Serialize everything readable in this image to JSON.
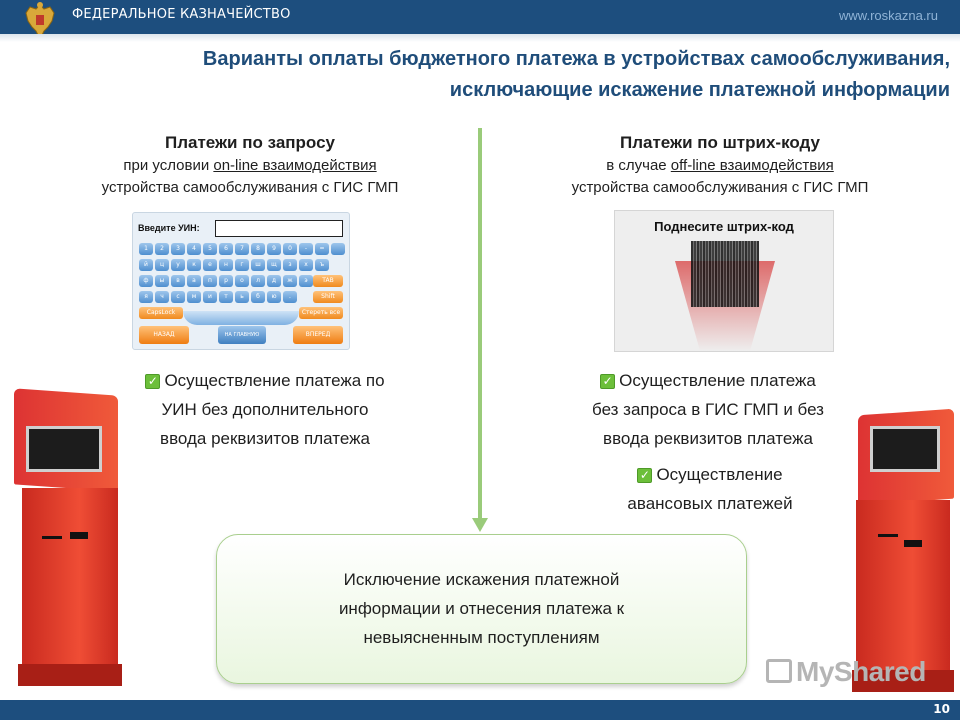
{
  "header": {
    "org": "ФЕДЕРАЛЬНОЕ КАЗНАЧЕЙСТВО",
    "site": "www.roskazna.ru"
  },
  "title": {
    "line1": "Варианты оплаты бюджетного платежа в устройствах самообслуживания,",
    "line2": "исключающие искажение платежной информации"
  },
  "left": {
    "heading": "Платежи по запросу",
    "sub1_pre": "при условии ",
    "sub1_link": "on-line взаимодействия",
    "sub2": "устройства самообслуживания с ГИС ГМП",
    "keyboard": {
      "prompt": "Введите УИН:",
      "row1": [
        "1",
        "2",
        "3",
        "4",
        "5",
        "6",
        "7",
        "8",
        "9",
        "0",
        "-",
        "=",
        ""
      ],
      "row2": [
        "й",
        "ц",
        "у",
        "к",
        "е",
        "н",
        "г",
        "ш",
        "щ",
        "з",
        "х",
        "ъ"
      ],
      "row3": [
        "ф",
        "ы",
        "в",
        "а",
        "п",
        "р",
        "о",
        "л",
        "д",
        "ж",
        "э"
      ],
      "row4": [
        "я",
        "ч",
        "с",
        "м",
        "и",
        "т",
        "ь",
        "б",
        "ю",
        "."
      ],
      "tab": "TAB",
      "shift": "Shift",
      "caps": "CapsLock",
      "erase": "Стереть все",
      "back": "НАЗАД",
      "main": "НА ГЛАВНУЮ",
      "forward": "ВПЕРЕД"
    },
    "bullet": [
      "Осуществление платежа по",
      "УИН без дополнительного",
      "ввода реквизитов платежа"
    ]
  },
  "right": {
    "heading": "Платежи по штрих-коду",
    "sub1_pre": "в случае ",
    "sub1_link": "off-line взаимодействия",
    "sub2": "устройства самообслуживания с ГИС ГМП",
    "barcode_label": "Поднесите штрих-код",
    "bullet1": [
      "Осуществление платежа",
      "без запроса в ГИС ГМП и без",
      "ввода реквизитов платежа"
    ],
    "bullet2": [
      "Осуществление",
      "авансовых платежей"
    ]
  },
  "result": [
    "Исключение искажения платежной",
    "информации и отнесения платежа к",
    "невыясненным поступлениям"
  ],
  "watermark": "MyShared",
  "page_number": "10",
  "colors": {
    "header_blue": "#1d4e7e",
    "title_blue": "#1f4d7a",
    "divider_green": "#9acb7a",
    "check_green": "#6cbf3a",
    "kiosk_red": "#e8412c"
  }
}
